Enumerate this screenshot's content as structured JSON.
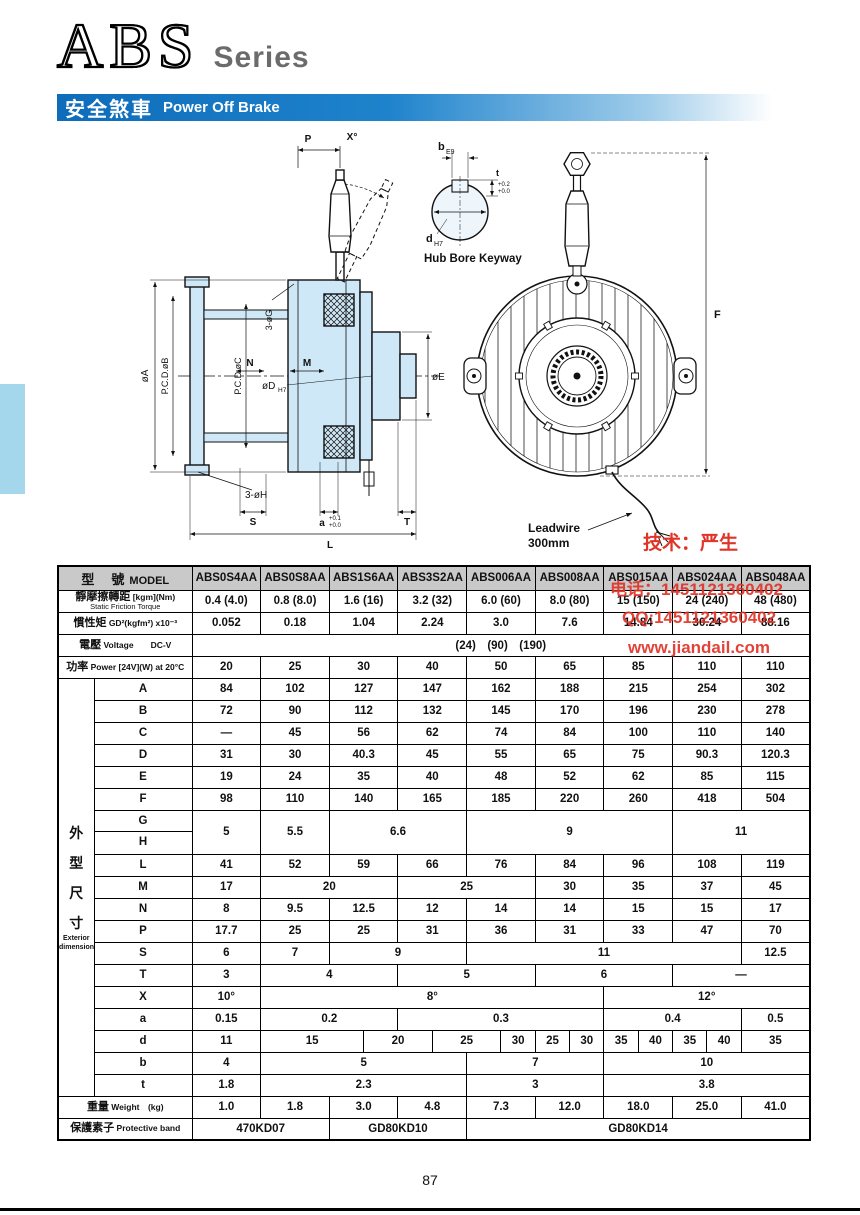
{
  "page": {
    "title": "ABS",
    "subtitle": "Series",
    "banner_cn": "安全煞車",
    "banner_en": "Power Off Brake",
    "page_number": "87"
  },
  "colors": {
    "accent_blue": "#1472bf",
    "section_fill": "#cfe8f7",
    "watermark_red": "#e03428",
    "header_gray": "#c9c9c9"
  },
  "watermark": {
    "line1": "技术：严生",
    "line2": "电话：1451121360402",
    "line3": "QQ:1451121360402",
    "line4": "www.jiandail.com"
  },
  "drawing": {
    "p": "P",
    "x_angle": "X°",
    "g_holes": "3-øG",
    "h_holes": "3-øH",
    "dia_a": "øA",
    "pcd_b": "P.C.D.øB",
    "pcd_c": "P.C.D.øC",
    "dia_d": "øD",
    "dia_d_fit": "H7",
    "dim_n": "N",
    "dim_m": "M",
    "dia_e": "øE",
    "dim_s": "S",
    "dim_a": "a",
    "dim_a_tol1": "+0.1",
    "dim_a_tol2": "+0.0",
    "dim_t": "T",
    "dim_l": "L",
    "hub_b": "b",
    "hub_b_fit": "E9",
    "hub_d": "d",
    "hub_d_fit": "H7",
    "hub_t": "t",
    "hub_t_tol1": "+0.2",
    "hub_t_tol2": "+0.0",
    "hub_caption": "Hub Bore Keyway",
    "dim_f": "F",
    "leadwire1": "Leadwire",
    "leadwire2": "300mm"
  },
  "table": {
    "header": {
      "label_cn": "型　號",
      "label_en": "MODEL",
      "models": [
        "ABS0S4AA",
        "ABS0S8AA",
        "ABS1S6AA",
        "ABS3S2AA",
        "ABS006AA",
        "ABS008AA",
        "ABS015AA",
        "ABS024AA",
        "ABS048AA"
      ]
    },
    "specs": [
      {
        "l1cn": "靜摩擦轉距",
        "l1unit": "[kgm](Nm)",
        "l2": "Static Friction Torque",
        "cells": [
          {
            "t": "0.4 (4.0)"
          },
          {
            "t": "0.8 (8.0)"
          },
          {
            "t": "1.6 (16)"
          },
          {
            "t": "3.2 (32)"
          },
          {
            "t": "6.0 (60)"
          },
          {
            "t": "8.0 (80)"
          },
          {
            "t": "15 (150)"
          },
          {
            "t": "24 (240)"
          },
          {
            "t": "48 (480)"
          }
        ]
      },
      {
        "l1cn": "慣性矩",
        "l1unit": "GD²(kgfm²) x10⁻³",
        "cells": [
          {
            "t": "0.052"
          },
          {
            "t": "0.18"
          },
          {
            "t": "1.04"
          },
          {
            "t": "2.24"
          },
          {
            "t": "3.0"
          },
          {
            "t": "7.6"
          },
          {
            "t": "14.84"
          },
          {
            "t": "30.24"
          },
          {
            "t": "88.16"
          }
        ]
      },
      {
        "l1cn": "電壓",
        "l1unit": "Voltage　　DC-V",
        "cells": [
          {
            "t": "(24)　(90)　(190)",
            "s": 18
          }
        ]
      },
      {
        "l1cn": "功率",
        "l1unit": "Power [24V](W) at 20°C",
        "cells": [
          {
            "t": "20"
          },
          {
            "t": "25"
          },
          {
            "t": "30"
          },
          {
            "t": "40"
          },
          {
            "t": "50"
          },
          {
            "t": "65"
          },
          {
            "t": "85"
          },
          {
            "t": "110"
          },
          {
            "t": "110"
          }
        ]
      }
    ],
    "dim_group_cn": "外型尺寸",
    "dim_group_en1": "Exterior",
    "dim_group_en2": "dimensions",
    "dims": [
      {
        "key": "A",
        "cells": [
          {
            "t": "84"
          },
          {
            "t": "102"
          },
          {
            "t": "127"
          },
          {
            "t": "147"
          },
          {
            "t": "162"
          },
          {
            "t": "188"
          },
          {
            "t": "215"
          },
          {
            "t": "254"
          },
          {
            "t": "302"
          }
        ]
      },
      {
        "key": "B",
        "cells": [
          {
            "t": "72"
          },
          {
            "t": "90"
          },
          {
            "t": "112"
          },
          {
            "t": "132"
          },
          {
            "t": "145"
          },
          {
            "t": "170"
          },
          {
            "t": "196"
          },
          {
            "t": "230"
          },
          {
            "t": "278"
          }
        ]
      },
      {
        "key": "C",
        "cells": [
          {
            "t": "—"
          },
          {
            "t": "45"
          },
          {
            "t": "56"
          },
          {
            "t": "62"
          },
          {
            "t": "74"
          },
          {
            "t": "84"
          },
          {
            "t": "100"
          },
          {
            "t": "110"
          },
          {
            "t": "140"
          }
        ]
      },
      {
        "key": "D",
        "cells": [
          {
            "t": "31"
          },
          {
            "t": "30"
          },
          {
            "t": "40.3"
          },
          {
            "t": "45"
          },
          {
            "t": "55"
          },
          {
            "t": "65"
          },
          {
            "t": "75"
          },
          {
            "t": "90.3"
          },
          {
            "t": "120.3"
          }
        ]
      },
      {
        "key": "E",
        "cells": [
          {
            "t": "19"
          },
          {
            "t": "24"
          },
          {
            "t": "35"
          },
          {
            "t": "40"
          },
          {
            "t": "48"
          },
          {
            "t": "52"
          },
          {
            "t": "62"
          },
          {
            "t": "85"
          },
          {
            "t": "115"
          }
        ]
      },
      {
        "key": "F",
        "cells": [
          {
            "t": "98"
          },
          {
            "t": "110"
          },
          {
            "t": "140"
          },
          {
            "t": "165"
          },
          {
            "t": "185"
          },
          {
            "t": "220"
          },
          {
            "t": "260"
          },
          {
            "t": "418"
          },
          {
            "t": "504"
          }
        ]
      },
      {
        "key": "G",
        "key2": "H",
        "cells": [
          {
            "t": "5"
          },
          {
            "t": "5.5"
          },
          {
            "t": "6.6",
            "s": 4
          },
          {
            "t": "9",
            "s": 6
          },
          {
            "t": "11",
            "s": 4
          }
        ]
      },
      {
        "key": "L",
        "cells": [
          {
            "t": "41"
          },
          {
            "t": "52"
          },
          {
            "t": "59"
          },
          {
            "t": "66"
          },
          {
            "t": "76"
          },
          {
            "t": "84"
          },
          {
            "t": "96"
          },
          {
            "t": "108"
          },
          {
            "t": "119"
          }
        ]
      },
      {
        "key": "M",
        "cells": [
          {
            "t": "17"
          },
          {
            "t": "20",
            "s": 4
          },
          {
            "t": "25",
            "s": 4
          },
          {
            "t": "30"
          },
          {
            "t": "35"
          },
          {
            "t": "37"
          },
          {
            "t": "45"
          }
        ]
      },
      {
        "key": "N",
        "cells": [
          {
            "t": "8"
          },
          {
            "t": "9.5"
          },
          {
            "t": "12.5"
          },
          {
            "t": "12"
          },
          {
            "t": "14"
          },
          {
            "t": "14"
          },
          {
            "t": "15"
          },
          {
            "t": "15"
          },
          {
            "t": "17"
          }
        ]
      },
      {
        "key": "P",
        "cells": [
          {
            "t": "17.7"
          },
          {
            "t": "25"
          },
          {
            "t": "25"
          },
          {
            "t": "31"
          },
          {
            "t": "36"
          },
          {
            "t": "31"
          },
          {
            "t": "33"
          },
          {
            "t": "47"
          },
          {
            "t": "70"
          }
        ]
      },
      {
        "key": "S",
        "cells": [
          {
            "t": "6"
          },
          {
            "t": "7"
          },
          {
            "t": "9",
            "s": 4
          },
          {
            "t": "11",
            "s": 8
          },
          {
            "t": "12.5"
          }
        ]
      },
      {
        "key": "T",
        "cells": [
          {
            "t": "3"
          },
          {
            "t": "4",
            "s": 4
          },
          {
            "t": "5",
            "s": 4
          },
          {
            "t": "6",
            "s": 4
          },
          {
            "t": "—",
            "s": 4
          }
        ]
      },
      {
        "key": "X",
        "cells": [
          {
            "t": "10°"
          },
          {
            "t": "8°",
            "s": 10
          },
          {
            "t": "12°",
            "s": 6
          }
        ]
      },
      {
        "key": "a",
        "cells": [
          {
            "t": "0.15"
          },
          {
            "t": "0.2",
            "s": 4
          },
          {
            "t": "0.3",
            "s": 6
          },
          {
            "t": "0.4",
            "s": 4
          },
          {
            "t": "0.5"
          }
        ]
      },
      {
        "key": "d",
        "cells": [
          {
            "t": "11"
          },
          {
            "t": "15",
            "s": 3
          },
          {
            "t": "20"
          },
          {
            "t": "25"
          },
          {
            "t": "30",
            "s": 1
          },
          {
            "t": "25",
            "s": 1
          },
          {
            "t": "30",
            "s": 1
          },
          {
            "t": "35",
            "s": 1
          },
          {
            "t": "40",
            "s": 1
          },
          {
            "t": "35",
            "s": 1
          },
          {
            "t": "40",
            "s": 1
          },
          {
            "t": "35"
          }
        ]
      },
      {
        "key": "b",
        "cells": [
          {
            "t": "4"
          },
          {
            "t": "5",
            "s": 6
          },
          {
            "t": "7",
            "s": 4
          },
          {
            "t": "10",
            "s": 6
          }
        ]
      },
      {
        "key": "t",
        "cells": [
          {
            "t": "1.8"
          },
          {
            "t": "2.3",
            "s": 6
          },
          {
            "t": "3",
            "s": 4
          },
          {
            "t": "3.8",
            "s": 6
          }
        ]
      }
    ],
    "footer": [
      {
        "l1cn": "重量",
        "l1unit": "Weight　(kg)",
        "cells": [
          {
            "t": "1.0"
          },
          {
            "t": "1.8"
          },
          {
            "t": "3.0"
          },
          {
            "t": "4.8"
          },
          {
            "t": "7.3"
          },
          {
            "t": "12.0"
          },
          {
            "t": "18.0"
          },
          {
            "t": "25.0"
          },
          {
            "t": "41.0"
          }
        ]
      },
      {
        "l1cn": "保護素子",
        "l1unit": "Protective band",
        "cells": [
          {
            "t": "470KD07",
            "s": 4
          },
          {
            "t": "GD80KD10",
            "s": 4
          },
          {
            "t": "GD80KD14",
            "s": 10
          }
        ]
      }
    ]
  }
}
